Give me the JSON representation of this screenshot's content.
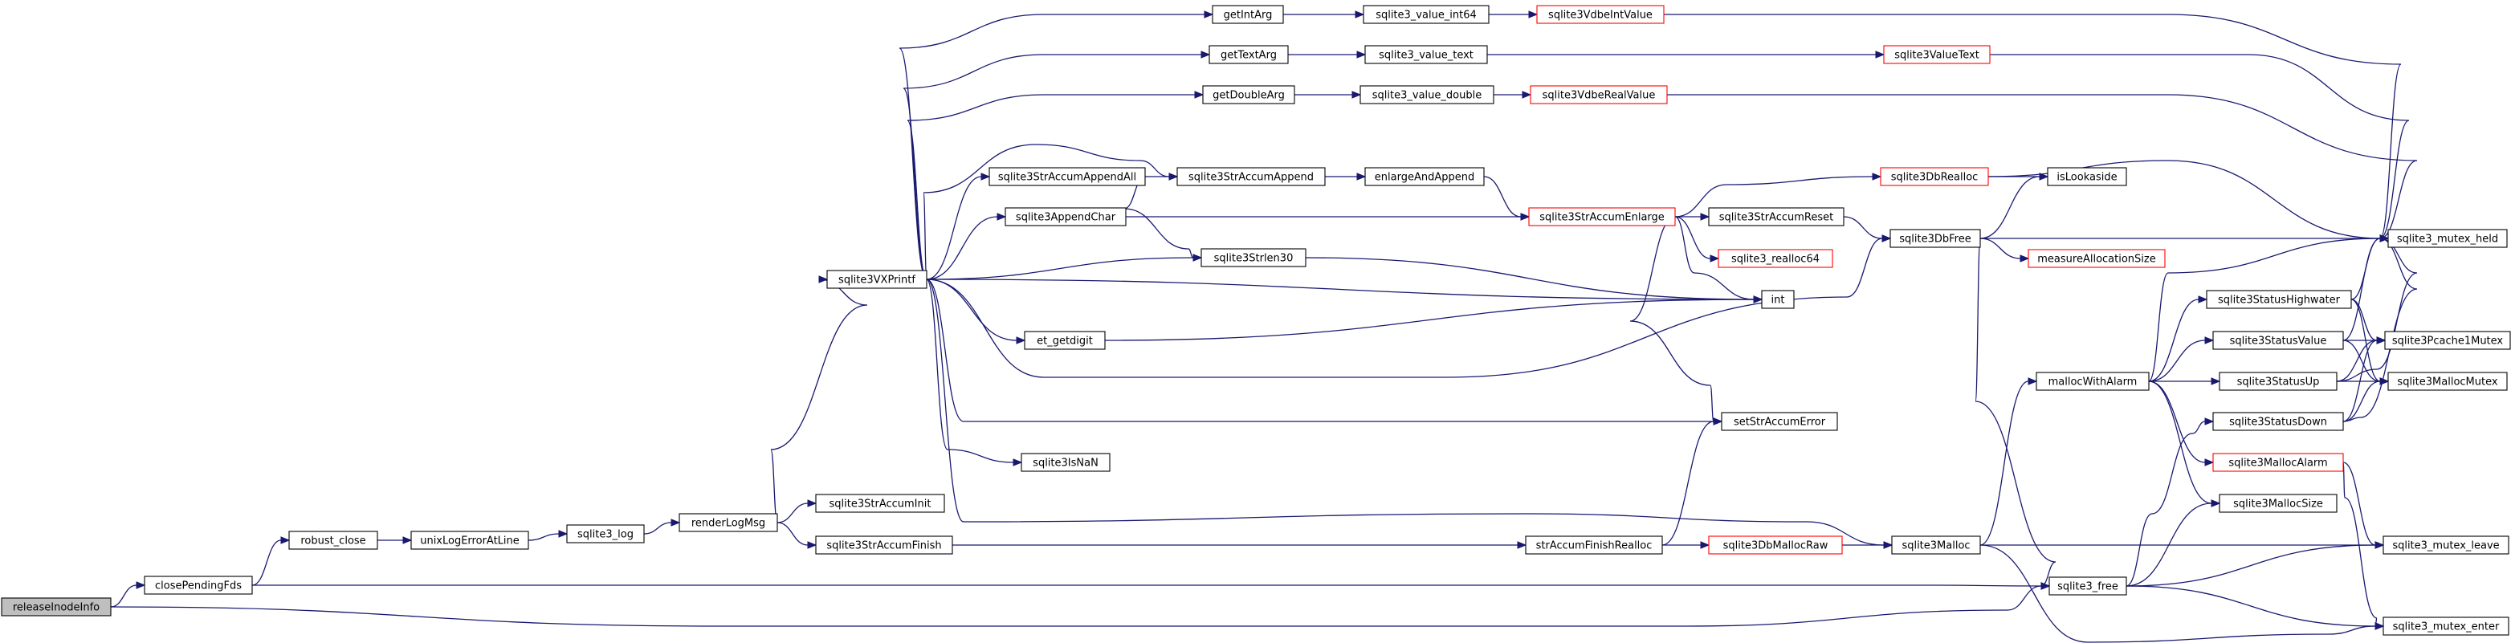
{
  "graph": {
    "title": "",
    "nodes": [
      {
        "id": "releaseInodeInfo",
        "label": "releaseInodeInfo",
        "style": "root"
      },
      {
        "id": "closePendingFds",
        "label": "closePendingFds",
        "style": "normal"
      },
      {
        "id": "robust_close",
        "label": "robust_close",
        "style": "normal"
      },
      {
        "id": "unixLogErrorAtLine",
        "label": "unixLogErrorAtLine",
        "style": "normal"
      },
      {
        "id": "sqlite3_log",
        "label": "sqlite3_log",
        "style": "normal"
      },
      {
        "id": "renderLogMsg",
        "label": "renderLogMsg",
        "style": "normal"
      },
      {
        "id": "sqlite3VXPrintf",
        "label": "sqlite3VXPrintf",
        "style": "normal"
      },
      {
        "id": "sqlite3StrAccumInit",
        "label": "sqlite3StrAccumInit",
        "style": "normal"
      },
      {
        "id": "sqlite3StrAccumFinish",
        "label": "sqlite3StrAccumFinish",
        "style": "normal"
      },
      {
        "id": "getIntArg",
        "label": "getIntArg",
        "style": "normal"
      },
      {
        "id": "getTextArg",
        "label": "getTextArg",
        "style": "normal"
      },
      {
        "id": "getDoubleArg",
        "label": "getDoubleArg",
        "style": "normal"
      },
      {
        "id": "sqlite3StrAccumAppendAll",
        "label": "sqlite3StrAccumAppendAll",
        "style": "normal"
      },
      {
        "id": "sqlite3AppendChar",
        "label": "sqlite3AppendChar",
        "style": "normal"
      },
      {
        "id": "sqlite3StrAccumAppend",
        "label": "sqlite3StrAccumAppend",
        "style": "normal"
      },
      {
        "id": "sqlite3Strlen30",
        "label": "sqlite3Strlen30",
        "style": "normal"
      },
      {
        "id": "et_getdigit",
        "label": "et_getdigit",
        "style": "normal"
      },
      {
        "id": "sqlite3IsNaN",
        "label": "sqlite3IsNaN",
        "style": "normal"
      },
      {
        "id": "sqlite3_value_int64",
        "label": "sqlite3_value_int64",
        "style": "normal"
      },
      {
        "id": "sqlite3_value_text",
        "label": "sqlite3_value_text",
        "style": "normal"
      },
      {
        "id": "sqlite3_value_double",
        "label": "sqlite3_value_double",
        "style": "normal"
      },
      {
        "id": "sqlite3VdbeIntValue",
        "label": "sqlite3VdbeIntValue",
        "style": "red"
      },
      {
        "id": "sqlite3ValueText",
        "label": "sqlite3ValueText",
        "style": "red"
      },
      {
        "id": "sqlite3VdbeRealValue",
        "label": "sqlite3VdbeRealValue",
        "style": "red"
      },
      {
        "id": "enlargeAndAppend",
        "label": "enlargeAndAppend",
        "style": "normal"
      },
      {
        "id": "sqlite3StrAccumEnlarge",
        "label": "sqlite3StrAccumEnlarge",
        "style": "red"
      },
      {
        "id": "sqlite3StrAccumReset",
        "label": "sqlite3StrAccumReset",
        "style": "normal"
      },
      {
        "id": "sqlite3_realloc64",
        "label": "sqlite3_realloc64",
        "style": "red"
      },
      {
        "id": "sqlite3DbRealloc",
        "label": "sqlite3DbRealloc",
        "style": "red"
      },
      {
        "id": "isLookaside",
        "label": "isLookaside",
        "style": "normal"
      },
      {
        "id": "sqlite3DbFree",
        "label": "sqlite3DbFree",
        "style": "normal"
      },
      {
        "id": "measureAllocationSize",
        "label": "measureAllocationSize",
        "style": "red"
      },
      {
        "id": "int",
        "label": "int",
        "style": "normal"
      },
      {
        "id": "setStrAccumError",
        "label": "setStrAccumError",
        "style": "normal"
      },
      {
        "id": "strAccumFinishRealloc",
        "label": "strAccumFinishRealloc",
        "style": "normal"
      },
      {
        "id": "sqlite3DbMallocRaw",
        "label": "sqlite3DbMallocRaw",
        "style": "red"
      },
      {
        "id": "sqlite3Malloc",
        "label": "sqlite3Malloc",
        "style": "normal"
      },
      {
        "id": "sqlite3_free",
        "label": "sqlite3_free",
        "style": "normal"
      },
      {
        "id": "mallocWithAlarm",
        "label": "mallocWithAlarm",
        "style": "normal"
      },
      {
        "id": "sqlite3StatusHighwater",
        "label": "sqlite3StatusHighwater",
        "style": "normal"
      },
      {
        "id": "sqlite3StatusValue",
        "label": "sqlite3StatusValue",
        "style": "normal"
      },
      {
        "id": "sqlite3StatusUp",
        "label": "sqlite3StatusUp",
        "style": "normal"
      },
      {
        "id": "sqlite3StatusDown",
        "label": "sqlite3StatusDown",
        "style": "normal"
      },
      {
        "id": "sqlite3MallocAlarm",
        "label": "sqlite3MallocAlarm",
        "style": "red"
      },
      {
        "id": "sqlite3MallocSize",
        "label": "sqlite3MallocSize",
        "style": "normal"
      },
      {
        "id": "sqlite3_mutex_held",
        "label": "sqlite3_mutex_held",
        "style": "normal"
      },
      {
        "id": "sqlite3Pcache1Mutex",
        "label": "sqlite3Pcache1Mutex",
        "style": "normal"
      },
      {
        "id": "sqlite3MallocMutex",
        "label": "sqlite3MallocMutex",
        "style": "normal"
      },
      {
        "id": "sqlite3_mutex_leave",
        "label": "sqlite3_mutex_leave",
        "style": "normal"
      },
      {
        "id": "sqlite3_mutex_enter",
        "label": "sqlite3_mutex_enter",
        "style": "normal"
      }
    ],
    "edges": [
      [
        "releaseInodeInfo",
        "closePendingFds"
      ],
      [
        "releaseInodeInfo",
        "sqlite3_free"
      ],
      [
        "closePendingFds",
        "robust_close"
      ],
      [
        "closePendingFds",
        "sqlite3_free"
      ],
      [
        "robust_close",
        "unixLogErrorAtLine"
      ],
      [
        "unixLogErrorAtLine",
        "sqlite3_log"
      ],
      [
        "sqlite3_log",
        "renderLogMsg"
      ],
      [
        "renderLogMsg",
        "sqlite3VXPrintf"
      ],
      [
        "renderLogMsg",
        "sqlite3StrAccumInit"
      ],
      [
        "renderLogMsg",
        "sqlite3StrAccumFinish"
      ],
      [
        "sqlite3VXPrintf",
        "getIntArg"
      ],
      [
        "sqlite3VXPrintf",
        "getTextArg"
      ],
      [
        "sqlite3VXPrintf",
        "getDoubleArg"
      ],
      [
        "sqlite3VXPrintf",
        "sqlite3StrAccumAppendAll"
      ],
      [
        "sqlite3VXPrintf",
        "sqlite3StrAccumAppend"
      ],
      [
        "sqlite3VXPrintf",
        "sqlite3AppendChar"
      ],
      [
        "sqlite3VXPrintf",
        "sqlite3Strlen30"
      ],
      [
        "sqlite3VXPrintf",
        "int"
      ],
      [
        "sqlite3VXPrintf",
        "et_getdigit"
      ],
      [
        "sqlite3VXPrintf",
        "sqlite3DbFree"
      ],
      [
        "sqlite3VXPrintf",
        "setStrAccumError"
      ],
      [
        "sqlite3VXPrintf",
        "sqlite3IsNaN"
      ],
      [
        "sqlite3VXPrintf",
        "sqlite3Malloc"
      ],
      [
        "getIntArg",
        "sqlite3_value_int64"
      ],
      [
        "getTextArg",
        "sqlite3_value_text"
      ],
      [
        "getDoubleArg",
        "sqlite3_value_double"
      ],
      [
        "sqlite3_value_int64",
        "sqlite3VdbeIntValue"
      ],
      [
        "sqlite3_value_text",
        "sqlite3ValueText"
      ],
      [
        "sqlite3_value_double",
        "sqlite3VdbeRealValue"
      ],
      [
        "sqlite3VdbeIntValue",
        "sqlite3_mutex_held"
      ],
      [
        "sqlite3ValueText",
        "sqlite3_mutex_held"
      ],
      [
        "sqlite3VdbeRealValue",
        "sqlite3_mutex_held"
      ],
      [
        "sqlite3StrAccumAppendAll",
        "sqlite3StrAccumAppend"
      ],
      [
        "sqlite3StrAccumAppendAll",
        "sqlite3Strlen30"
      ],
      [
        "sqlite3StrAccumAppend",
        "enlargeAndAppend"
      ],
      [
        "sqlite3AppendChar",
        "sqlite3StrAccumEnlarge"
      ],
      [
        "sqlite3Strlen30",
        "int"
      ],
      [
        "et_getdigit",
        "int"
      ],
      [
        "enlargeAndAppend",
        "sqlite3StrAccumEnlarge"
      ],
      [
        "sqlite3StrAccumEnlarge",
        "sqlite3DbRealloc"
      ],
      [
        "sqlite3StrAccumEnlarge",
        "sqlite3StrAccumReset"
      ],
      [
        "sqlite3StrAccumEnlarge",
        "sqlite3_realloc64"
      ],
      [
        "sqlite3StrAccumEnlarge",
        "int"
      ],
      [
        "sqlite3StrAccumEnlarge",
        "setStrAccumError"
      ],
      [
        "sqlite3StrAccumReset",
        "sqlite3DbFree"
      ],
      [
        "sqlite3DbRealloc",
        "isLookaside"
      ],
      [
        "sqlite3DbRealloc",
        "sqlite3_mutex_held"
      ],
      [
        "sqlite3DbFree",
        "isLookaside"
      ],
      [
        "sqlite3DbFree",
        "sqlite3_mutex_held"
      ],
      [
        "sqlite3DbFree",
        "measureAllocationSize"
      ],
      [
        "sqlite3DbFree",
        "sqlite3_free"
      ],
      [
        "sqlite3StrAccumFinish",
        "strAccumFinishRealloc"
      ],
      [
        "strAccumFinishRealloc",
        "setStrAccumError"
      ],
      [
        "strAccumFinishRealloc",
        "sqlite3DbMallocRaw"
      ],
      [
        "sqlite3DbMallocRaw",
        "sqlite3Malloc"
      ],
      [
        "sqlite3Malloc",
        "mallocWithAlarm"
      ],
      [
        "sqlite3Malloc",
        "sqlite3_mutex_leave"
      ],
      [
        "sqlite3Malloc",
        "sqlite3_mutex_enter"
      ],
      [
        "mallocWithAlarm",
        "sqlite3_mutex_held"
      ],
      [
        "mallocWithAlarm",
        "sqlite3StatusHighwater"
      ],
      [
        "mallocWithAlarm",
        "sqlite3StatusValue"
      ],
      [
        "mallocWithAlarm",
        "sqlite3StatusUp"
      ],
      [
        "mallocWithAlarm",
        "sqlite3MallocAlarm"
      ],
      [
        "mallocWithAlarm",
        "sqlite3MallocSize"
      ],
      [
        "sqlite3StatusHighwater",
        "sqlite3_mutex_held"
      ],
      [
        "sqlite3StatusHighwater",
        "sqlite3Pcache1Mutex"
      ],
      [
        "sqlite3StatusHighwater",
        "sqlite3MallocMutex"
      ],
      [
        "sqlite3StatusValue",
        "sqlite3_mutex_held"
      ],
      [
        "sqlite3StatusValue",
        "sqlite3Pcache1Mutex"
      ],
      [
        "sqlite3StatusValue",
        "sqlite3MallocMutex"
      ],
      [
        "sqlite3StatusUp",
        "sqlite3_mutex_held"
      ],
      [
        "sqlite3StatusUp",
        "sqlite3Pcache1Mutex"
      ],
      [
        "sqlite3StatusUp",
        "sqlite3MallocMutex"
      ],
      [
        "sqlite3StatusDown",
        "sqlite3_mutex_held"
      ],
      [
        "sqlite3StatusDown",
        "sqlite3Pcache1Mutex"
      ],
      [
        "sqlite3StatusDown",
        "sqlite3MallocMutex"
      ],
      [
        "sqlite3MallocAlarm",
        "sqlite3_mutex_leave"
      ],
      [
        "sqlite3MallocAlarm",
        "sqlite3_mutex_enter"
      ],
      [
        "sqlite3_free",
        "sqlite3StatusDown"
      ],
      [
        "sqlite3_free",
        "sqlite3MallocSize"
      ],
      [
        "sqlite3_free",
        "sqlite3_mutex_leave"
      ],
      [
        "sqlite3_free",
        "sqlite3_mutex_enter"
      ]
    ]
  },
  "colors": {
    "edge": "#191970",
    "node_border": "#000000",
    "node_fill": "#ffffff",
    "root_fill": "#bfbfbf",
    "red_border": "#ff0000",
    "text": "#000000"
  }
}
